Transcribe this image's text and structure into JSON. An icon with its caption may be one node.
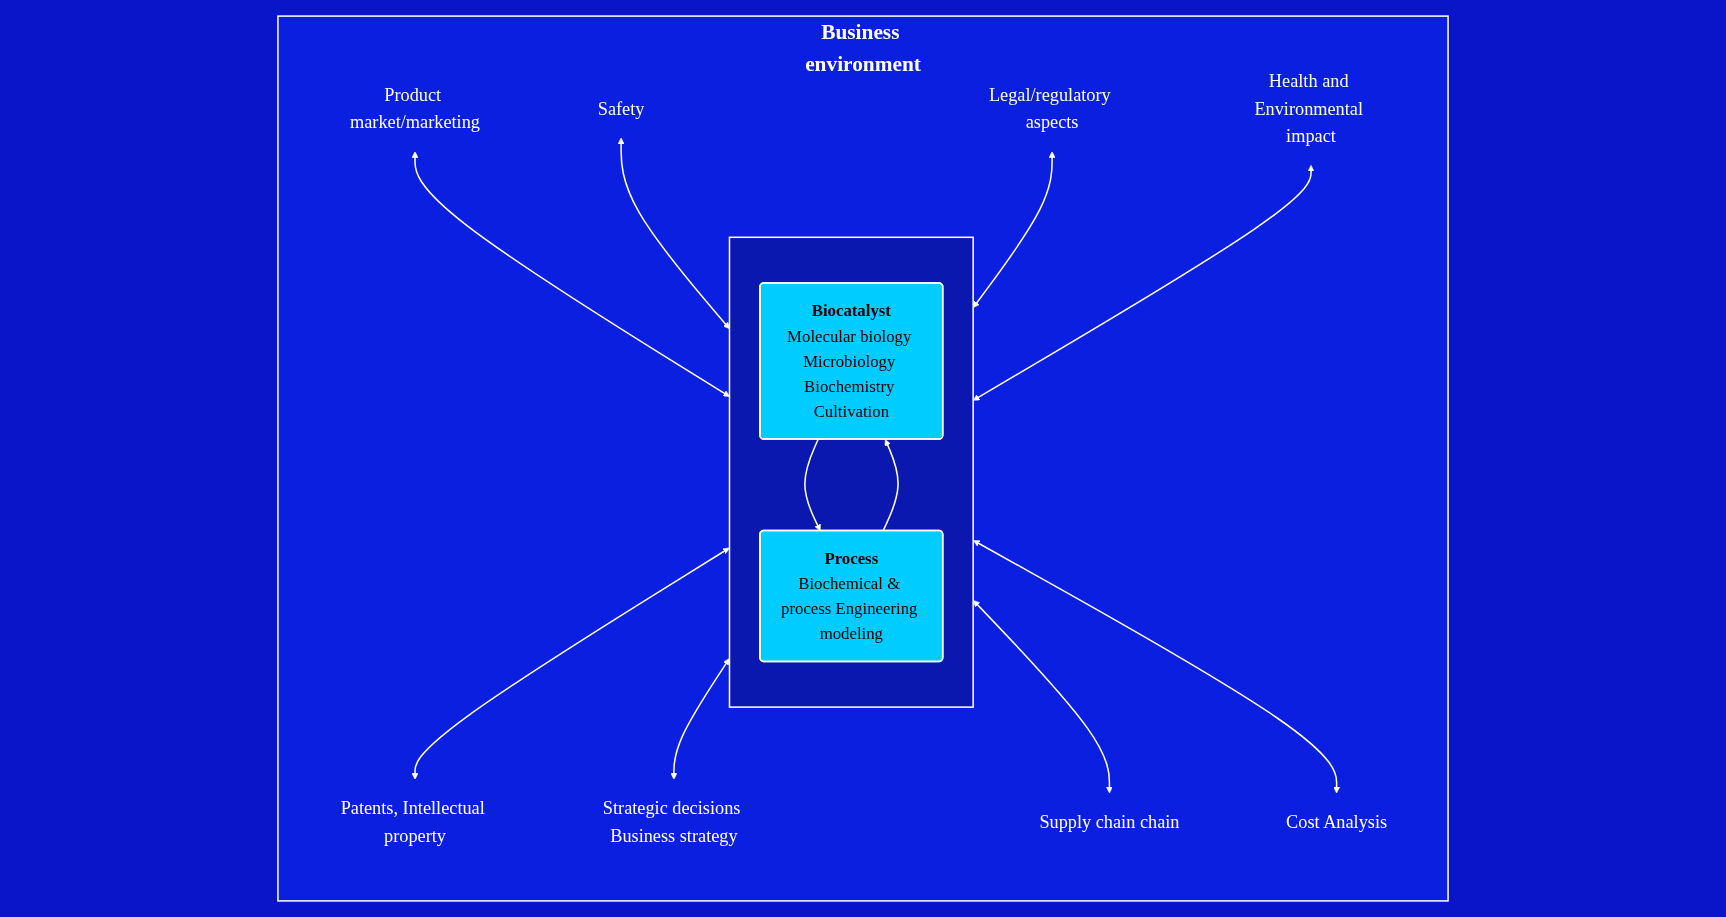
{
  "diagram": {
    "nodes": [
      {
        "text": [
          "Business environment"
        ]
      },
      {
        "text": [
          "Product market/marketing"
        ],
        "in": 0
      },
      {
        "text": [
          "Safety"
        ],
        "in": 0
      },
      {
        "text": [
          "Legal/regulatory aspects"
        ],
        "in": 0
      },
      {
        "text": [
          "Health and Environmental impact"
        ],
        "in": 0
      },
      {
        "text": [],
        "shape": "box",
        "in": 0
      },
      {
        "text": [
          "Biocatalyst",
          "Molecular biology Microbiology Biochemistry Cultivation"
        ],
        "in": 5
      },
      {
        "text": [
          "Process",
          "Biochemical & process Engineering modeling"
        ],
        "in": 5
      },
      {
        "text": [
          "Patents, Intellectual property"
        ],
        "in": 0
      },
      {
        "text": [
          "Strategic decisions Business strategy"
        ],
        "in": 0
      },
      {
        "text": [
          "Supply chain chain"
        ],
        "in": 0
      },
      {
        "text": [
          "Cost Analysis"
        ],
        "in": 0
      }
    ],
    "edges": [
      {
        "from": 1,
        "to": 5,
        "arrow": "both"
      },
      {
        "from": 2,
        "to": 5,
        "arrow": "both"
      },
      {
        "from": 3,
        "to": 5,
        "arrow": "both"
      },
      {
        "from": 4,
        "to": 5,
        "arrow": "both"
      },
      {
        "from": 6,
        "to": 7,
        "arrow": "to"
      },
      {
        "from": 7,
        "to": 6,
        "arrow": "to"
      },
      {
        "from": 5,
        "to": 8,
        "arrow": "both"
      },
      {
        "from": 5,
        "to": 9,
        "arrow": "both"
      },
      {
        "from": 5,
        "to": 10,
        "arrow": "both"
      },
      {
        "from": 5,
        "to": 11,
        "arrow": "both"
      }
    ]
  }
}
